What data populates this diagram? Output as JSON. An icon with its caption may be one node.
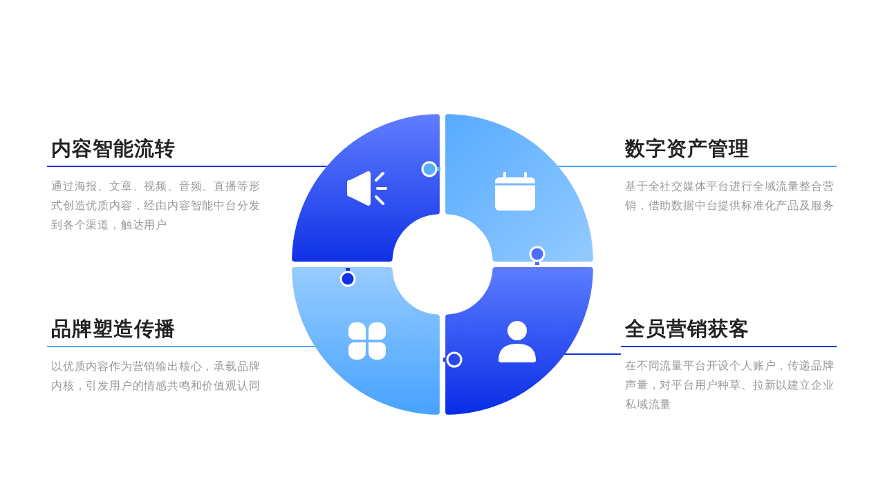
{
  "diagram": {
    "nodes": [
      {
        "text": [
          "内容智能流转",
          "通过海报、文章、视频、音频、直播等形式创造优质内容，经由内容智能中台分发到各个渠道，触达用户"
        ]
      },
      {
        "text": [
          "数字资产管理",
          "基于全社交媒体平台进行全域流量整合营销，借助数据中台提供标准化产品及服务"
        ]
      },
      {
        "text": [
          "品牌塑造传播",
          "以优质内容作为营销输出核心，承载品牌内核，引发用户的情感共鸣和价值观认同"
        ]
      },
      {
        "text": [
          "全员营销获客",
          "在不同流量平台开设个人账户，传递品牌声量，对平台用户种草、拉新以建立企业私域流量"
        ]
      },
      {
        "text": [],
        "shape": "box"
      },
      {
        "text": [],
        "shape": "box"
      },
      {
        "text": [],
        "shape": "box"
      },
      {
        "text": [],
        "shape": "box"
      }
    ],
    "edges": [
      {
        "from": 0,
        "to": 4,
        "arrow": "none"
      },
      {
        "from": 1,
        "to": 5,
        "arrow": "none",
        "color": "#4da6ff"
      },
      {
        "from": 2,
        "to": 6,
        "arrow": "none",
        "color": "#4da6ff"
      },
      {
        "from": 3,
        "to": 7,
        "arrow": "none"
      }
    ]
  }
}
